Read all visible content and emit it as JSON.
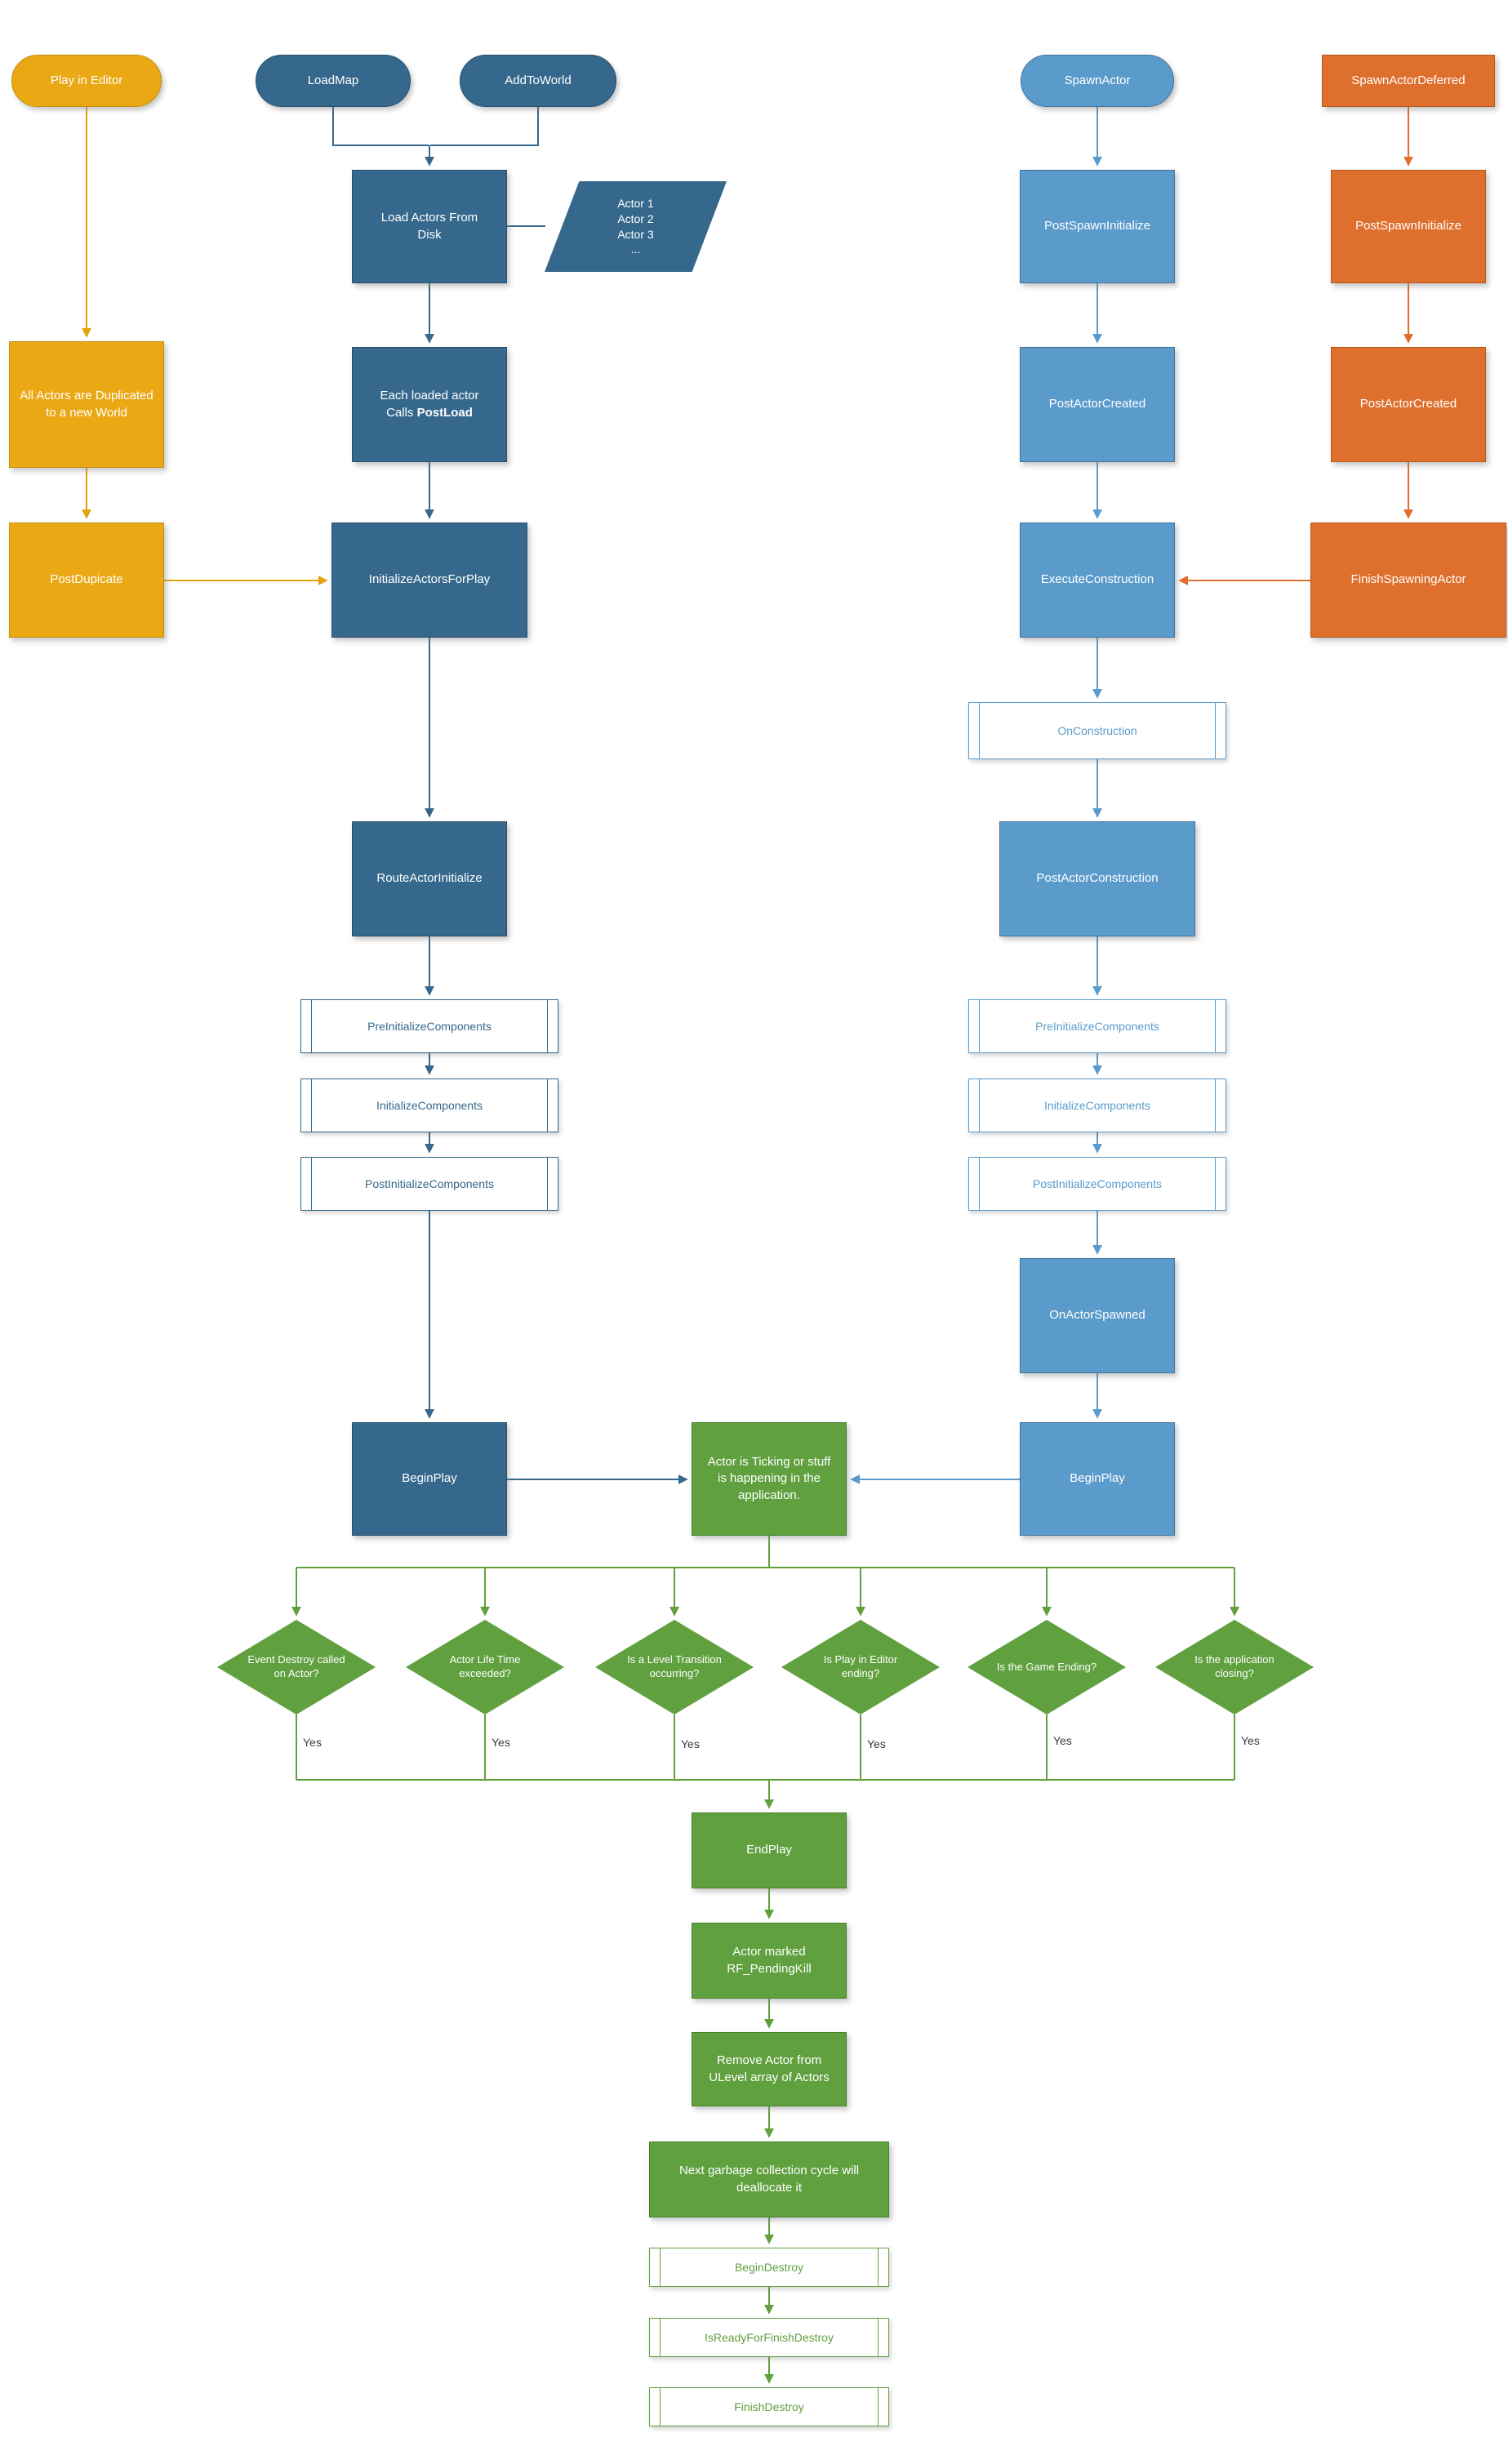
{
  "colors": {
    "yellow": "#EAA814",
    "dark_blue": "#35688C",
    "light_blue": "#5B9BCB",
    "orange": "#DF6F2D",
    "green": "#60A03F"
  },
  "nodes": {
    "play_in_editor": "Play in Editor",
    "load_map": "LoadMap",
    "add_to_world": "AddToWorld",
    "spawn_actor": "SpawnActor",
    "spawn_actor_deferred": "SpawnActorDeferred",
    "load_actors_from_disk": "Load Actors From Disk",
    "actor_list": "Actor 1\nActor 2\nActor 3\n...",
    "post_spawn_initialize_spawn": "PostSpawnInitialize",
    "post_spawn_initialize_deferred": "PostSpawnInitialize",
    "all_actors_duplicated": "All Actors are Duplicated to a new World",
    "each_loaded_actor": {
      "line1": "Each loaded actor",
      "line2_prefix": "Calls ",
      "line2_bold": "PostLoad"
    },
    "post_actor_created_spawn": "PostActorCreated",
    "post_actor_created_deferred": "PostActorCreated",
    "post_dupicate": "PostDupicate",
    "initialize_actors_for_play": "InitializeActorsForPlay",
    "execute_construction": "ExecuteConstruction",
    "finish_spawning_actor": "FinishSpawningActor",
    "on_construction": "OnConstruction",
    "route_actor_initialize": "RouteActorInitialize",
    "post_actor_construction": "PostActorConstruction",
    "pre_initialize_components_editor": "PreInitializeComponents",
    "initialize_components_editor": "InitializeComponents",
    "post_initialize_components_editor": "PostInitializeComponents",
    "pre_initialize_components_spawn": "PreInitializeComponents",
    "initialize_components_spawn": "InitializeComponents",
    "post_initialize_components_spawn": "PostInitializeComponents",
    "on_actor_spawned": "OnActorSpawned",
    "begin_play_editor": "BeginPlay",
    "begin_play_spawn": "BeginPlay",
    "actor_ticking": "Actor is Ticking or stuff is happening in the application.",
    "end_play": "EndPlay",
    "actor_marked_pending_kill": "Actor marked RF_PendingKill",
    "remove_actor_from_ulevel": "Remove Actor from ULevel array of Actors",
    "next_garbage_collection": "Next garbage collection cycle will deallocate it",
    "begin_destroy": "BeginDestroy",
    "is_ready_for_finish_destroy": "IsReadyForFinishDestroy",
    "finish_destroy": "FinishDestroy"
  },
  "decisions": [
    {
      "label": "Event Destroy called on Actor?",
      "answer": "Yes"
    },
    {
      "label": "Actor Life Time exceeded?",
      "answer": "Yes"
    },
    {
      "label": "Is a Level Transition occurring?",
      "answer": "Yes"
    },
    {
      "label": "Is Play in Editor ending?",
      "answer": "Yes"
    },
    {
      "label": "Is the Game Ending?",
      "answer": "Yes"
    },
    {
      "label": "Is the application closing?",
      "answer": "Yes"
    }
  ]
}
